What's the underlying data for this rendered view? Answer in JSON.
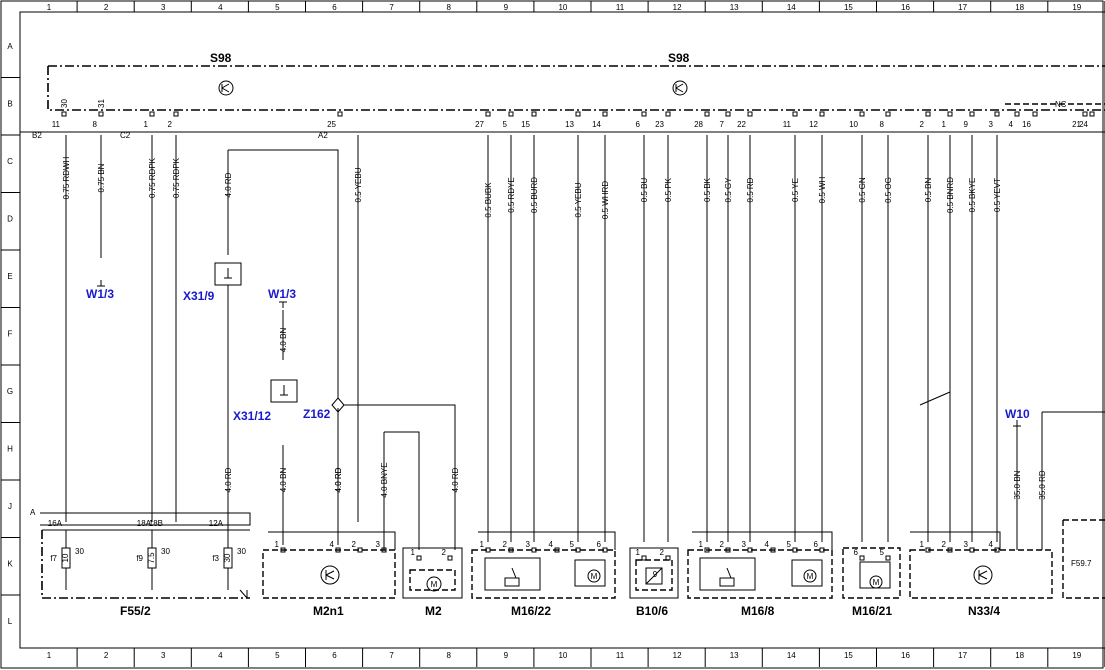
{
  "grid": {
    "columns": [
      "1",
      "2",
      "3",
      "4",
      "5",
      "6",
      "7",
      "8",
      "9",
      "10",
      "11",
      "12",
      "13",
      "14",
      "15",
      "16",
      "17",
      "18",
      "19"
    ],
    "rows": [
      "A",
      "B",
      "C",
      "D",
      "E",
      "F",
      "G",
      "H",
      "J",
      "K",
      "L"
    ]
  },
  "top": {
    "s98_left": "S98",
    "s98_right": "S98",
    "left_connector": "B2",
    "c2_connector": "C2",
    "a2_connector": "A2",
    "nc_label": "NC"
  },
  "top_pins": [
    {
      "col": "30",
      "bot": "11"
    },
    {
      "col": "31",
      "bot": "8"
    },
    {
      "col": "",
      "bot": "1"
    },
    {
      "col": "",
      "bot": "2"
    },
    {
      "col": "",
      "bot": "25"
    },
    {
      "col": "",
      "bot": "27"
    },
    {
      "col": "",
      "bot": "5"
    },
    {
      "col": "",
      "bot": "15"
    },
    {
      "col": "",
      "bot": "13"
    },
    {
      "col": "",
      "bot": "14"
    },
    {
      "col": "",
      "bot": "6"
    },
    {
      "col": "",
      "bot": "23"
    },
    {
      "col": "",
      "bot": "28"
    },
    {
      "col": "",
      "bot": "7"
    },
    {
      "col": "",
      "bot": "22"
    },
    {
      "col": "",
      "bot": "11"
    },
    {
      "col": "",
      "bot": "12"
    },
    {
      "col": "",
      "bot": "10"
    },
    {
      "col": "",
      "bot": "8"
    },
    {
      "col": "",
      "bot": "2"
    },
    {
      "col": "",
      "bot": "1"
    },
    {
      "col": "",
      "bot": "9"
    },
    {
      "col": "",
      "bot": "3"
    },
    {
      "col": "",
      "bot": "4"
    },
    {
      "col": "",
      "bot": "16"
    },
    {
      "col": "",
      "bot": "21"
    },
    {
      "col": "",
      "bot": "24"
    }
  ],
  "wires": [
    {
      "label": "0.75 RDWH"
    },
    {
      "label": "0.75 BN"
    },
    {
      "label": "0.75 RDPK"
    },
    {
      "label": "0.75 RDPK"
    },
    {
      "label": "4.0 RD"
    },
    {
      "label": "0.5 YEBU"
    },
    {
      "label": "0.5 BUBK"
    },
    {
      "label": "0.5 RDYE"
    },
    {
      "label": "0.5 BURD"
    },
    {
      "label": "0.5 YEBU"
    },
    {
      "label": "0.5 WHRD"
    },
    {
      "label": "0.5 BU"
    },
    {
      "label": "0.5 PK"
    },
    {
      "label": "0.5 BK"
    },
    {
      "label": "0.5 GY"
    },
    {
      "label": "0.5 RD"
    },
    {
      "label": "0.5 YE"
    },
    {
      "label": "0.5 WH"
    },
    {
      "label": "0.5 GN"
    },
    {
      "label": "0.5 OG"
    },
    {
      "label": "0.5 BN"
    },
    {
      "label": "0.5 BNRD"
    },
    {
      "label": "0.5 BKYE"
    },
    {
      "label": "0.5 YEVT"
    },
    {
      "label": "4.0 BN"
    },
    {
      "label": "4.0 RD"
    },
    {
      "label": "4.0 RD"
    },
    {
      "label": "4.0 BN"
    },
    {
      "label": "4.0 RD"
    },
    {
      "label": "4.0 BNYE"
    },
    {
      "label": "4.0 RD"
    },
    {
      "label": "35.0 BN"
    },
    {
      "label": "35.0 RD"
    }
  ],
  "refs": {
    "w13_a": "W1/3",
    "x31_9": "X31/9",
    "w13_b": "W1/3",
    "x31_12": "X31/12",
    "z162": "Z162",
    "w10": "W10"
  },
  "components": {
    "f55_2": "F55/2",
    "m2n1": "M2n1",
    "m2": "M2",
    "m16_22": "M16/22",
    "b10_6": "B10/6",
    "m16_8": "M16/8",
    "m16_21": "M16/21",
    "n33_4": "N33/4",
    "f59": "F59.7"
  },
  "fuse": {
    "box_label": "A",
    "pins": [
      "16A",
      "18A",
      "18B",
      "12A"
    ],
    "fuses": [
      {
        "id": "f7",
        "rating": "10",
        "term": "30"
      },
      {
        "id": "f9",
        "rating": "7.5",
        "term": "30"
      },
      {
        "id": "f3",
        "rating": "30",
        "term": "30"
      }
    ]
  },
  "pins": {
    "m2n1": [
      "1",
      "4",
      "2",
      "3"
    ],
    "m2": [
      "1",
      "2"
    ],
    "m16_22": [
      "1",
      "2",
      "3",
      "4",
      "5",
      "6"
    ],
    "b10_6": [
      "1",
      "2"
    ],
    "m16_8": [
      "1",
      "2",
      "3",
      "4",
      "5",
      "6"
    ],
    "m16_21": [
      "6",
      "5"
    ],
    "n33_4": [
      "1",
      "2",
      "3",
      "4"
    ]
  },
  "symbols": {
    "motor": "M",
    "sensor": "9"
  }
}
